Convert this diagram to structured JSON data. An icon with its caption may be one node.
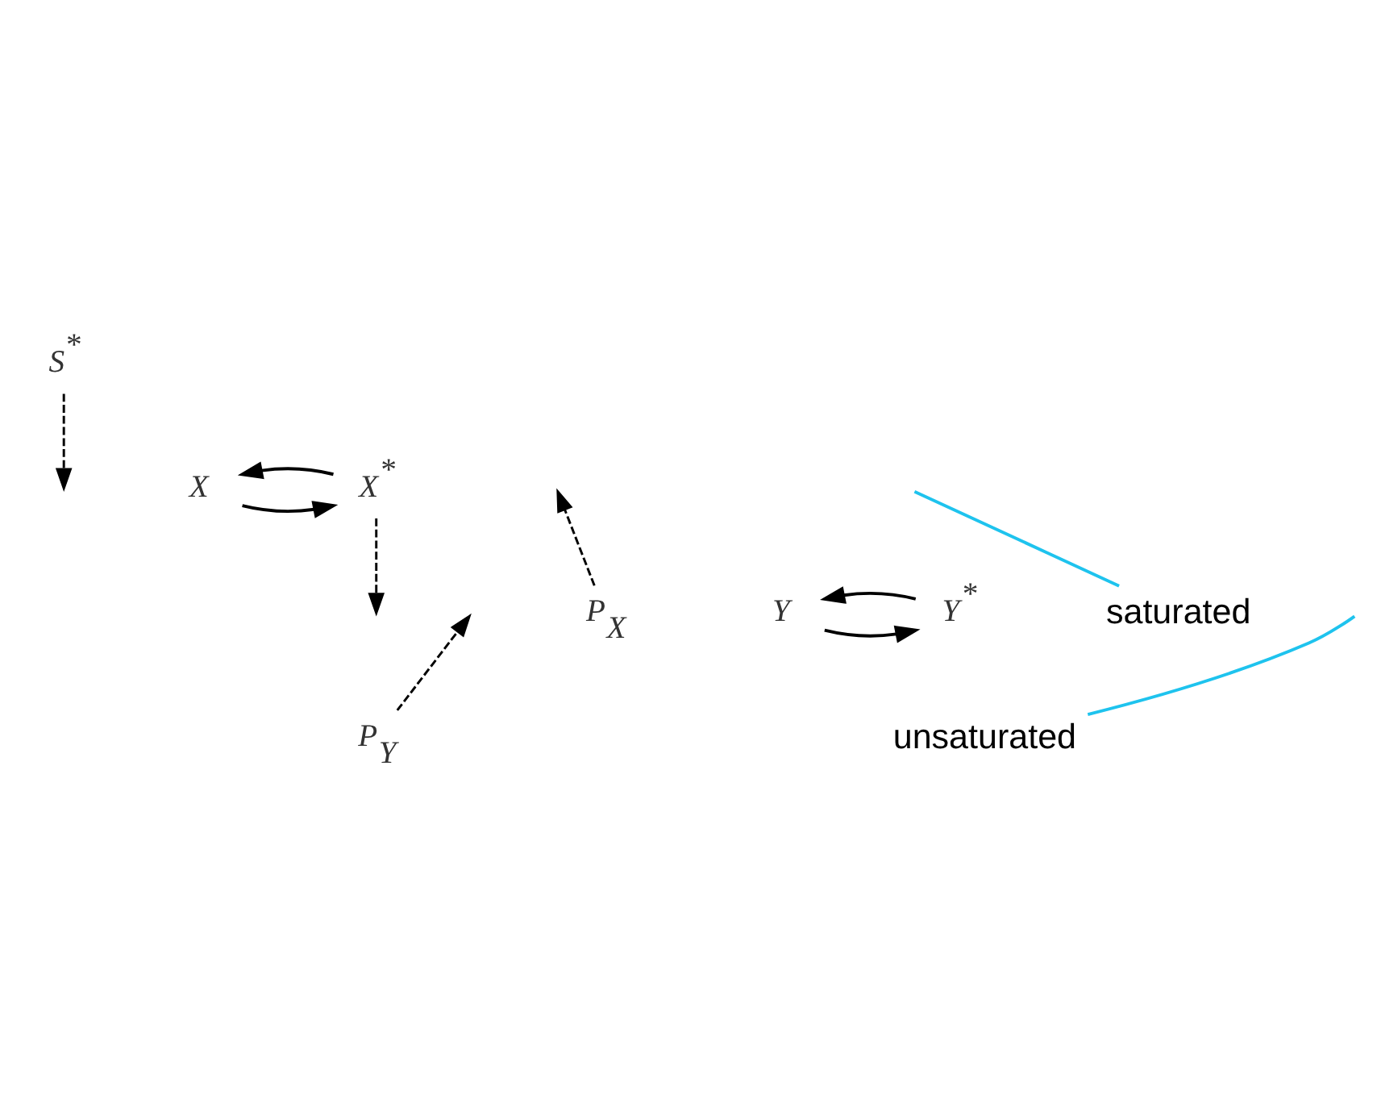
{
  "diagram": {
    "nodes": [
      {
        "text": [
          "S$^{*}$"
        ]
      },
      {
        "text": [
          "X"
        ]
      },
      {
        "text": [
          "X$^{*}$"
        ]
      },
      {
        "text": [
          "P$_{X}$"
        ]
      },
      {
        "text": [
          "Y"
        ]
      },
      {
        "text": [
          "Y$^{*}$"
        ]
      },
      {
        "text": [
          "P$_{Y}$"
        ]
      },
      {
        "text": [
          "saturated"
        ]
      },
      {
        "text": [
          "unsaturated"
        ]
      }
    ],
    "edges": [
      {
        "from": 0,
        "to": null,
        "arrow": "to",
        "style": "dashed"
      },
      {
        "from": 1,
        "to": 2,
        "arrow": "to"
      },
      {
        "from": 2,
        "to": 1,
        "arrow": "to"
      },
      {
        "from": 3,
        "to": null,
        "arrow": "to",
        "style": "dashed"
      },
      {
        "from": 2,
        "to": null,
        "arrow": "to",
        "style": "dashed"
      },
      {
        "from": 4,
        "to": 5,
        "arrow": "to"
      },
      {
        "from": 5,
        "to": 4,
        "arrow": "to"
      },
      {
        "from": 6,
        "to": null,
        "arrow": "to",
        "style": "dashed"
      },
      {
        "from": 7,
        "to": null,
        "arrow": "none",
        "color": "#1ec3ee"
      },
      {
        "from": 8,
        "to": null,
        "arrow": "none",
        "color": "#1ec3ee"
      }
    ]
  }
}
